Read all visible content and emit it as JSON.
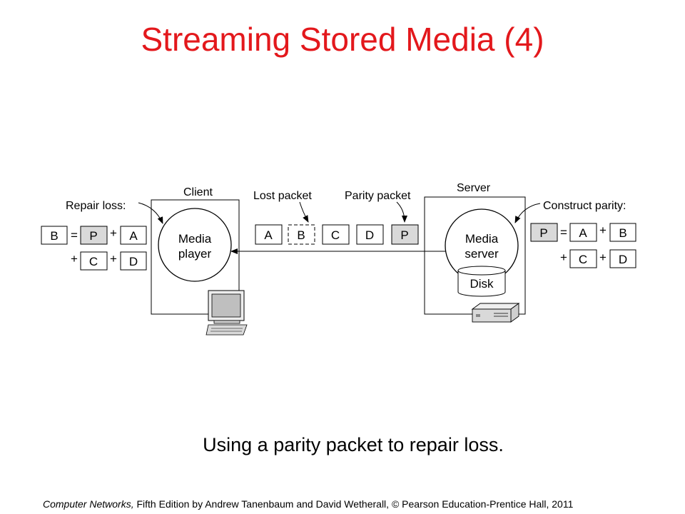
{
  "slide": {
    "title": "Streaming Stored Media (4)",
    "caption": "Using a parity packet to repair loss.",
    "footer": {
      "book": "Computer Networks,",
      "rest": " Fifth Edition by Andrew Tanenbaum and David Wetherall, © Pearson Education-Prentice Hall, 2011"
    }
  },
  "diagram": {
    "client": {
      "label": "Client",
      "player_line1": "Media",
      "player_line2": "player",
      "callout": "Repair loss:",
      "repair": {
        "b": "B",
        "eq": "=",
        "p": "P",
        "plus1": "+",
        "a": "A",
        "plus2": "+",
        "c": "C",
        "plus3": "+",
        "d": "D"
      }
    },
    "server": {
      "label": "Server",
      "media_line1": "Media",
      "media_line2": "server",
      "disk": "Disk",
      "callout": "Construct parity:",
      "parity": {
        "p": "P",
        "eq": "=",
        "a": "A",
        "plus1": "+",
        "b": "B",
        "plus2": "+",
        "c": "C",
        "plus3": "+",
        "d": "D"
      }
    },
    "packets": [
      "A",
      "B",
      "C",
      "D",
      "P"
    ],
    "lost_packet_label": "Lost packet",
    "parity_packet_label": "Parity packet",
    "colors": {
      "title": "#e3181c",
      "shaded": "#d9d9d9"
    }
  }
}
